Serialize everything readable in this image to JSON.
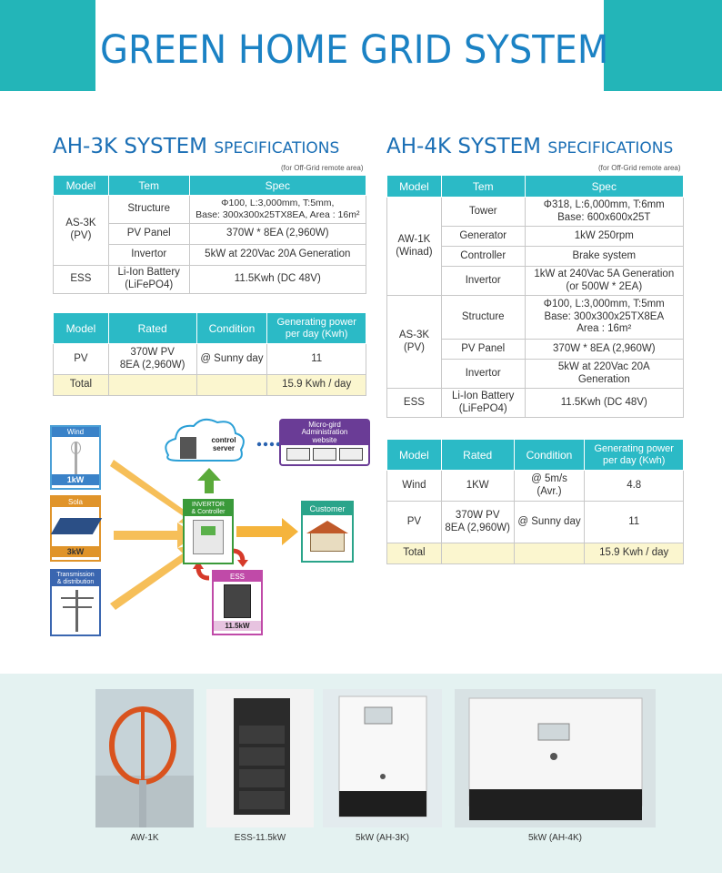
{
  "header": {
    "title": "GREEN HOME GRID SYSTEM",
    "accent_color": "#23b5b8",
    "title_color": "#1b82c4"
  },
  "ah3k": {
    "title_big": "AH-3K SYSTEM ",
    "title_small": "SPECIFICATIONS",
    "note": "(for Off-Grid remote area)",
    "spec_headers": [
      "Model",
      "Tem",
      "Spec"
    ],
    "model_pv": "AS-3K\n(PV)",
    "rows": [
      {
        "item": "Structure",
        "spec": "Φ100, L:3,000mm, T:5mm,\nBase: 300x300x25TX8EA, Area : 16m²"
      },
      {
        "item": "PV Panel",
        "spec": "370W * 8EA (2,960W)"
      },
      {
        "item": "Invertor",
        "spec": "5kW at 220Vac 20A Generation"
      }
    ],
    "ess_model": "ESS",
    "ess_item": "Li-Ion Battery\n(LiFePO4)",
    "ess_spec": "11.5Kwh (DC 48V)",
    "gen_headers": [
      "Model",
      "Rated",
      "Condition",
      "Generating power\nper day (Kwh)"
    ],
    "gen_rows": [
      {
        "model": "PV",
        "rated": "370W PV\n8EA (2,960W)",
        "condition": "@ Sunny day",
        "power": "11"
      }
    ],
    "total_label": "Total",
    "total_value": "15.9 Kwh / day"
  },
  "ah4k": {
    "title_big": "AH-4K SYSTEM ",
    "title_small": "SPECIFICATIONS",
    "note": "(for Off-Grid remote area)",
    "spec_headers": [
      "Model",
      "Tem",
      "Spec"
    ],
    "model_wind": "AW-1K\n(Winad)",
    "wind_rows": [
      {
        "item": "Tower",
        "spec": "Φ318, L:6,000mm, T:6mm\nBase: 600x600x25T"
      },
      {
        "item": "Generator",
        "spec": "1kW 250rpm"
      },
      {
        "item": "Controller",
        "spec": "Brake system"
      },
      {
        "item": "Invertor",
        "spec": "1kW at 240Vac 5A Generation\n(or 500W * 2EA)"
      }
    ],
    "model_pv": "AS-3K\n(PV)",
    "pv_rows": [
      {
        "item": "Structure",
        "spec": "Φ100, L:3,000mm, T:5mm\nBase: 300x300x25TX8EA\nArea : 16m²"
      },
      {
        "item": "PV Panel",
        "spec": "370W * 8EA (2,960W)"
      },
      {
        "item": "Invertor",
        "spec": "5kW at 220Vac 20A\nGeneration"
      }
    ],
    "ess_model": "ESS",
    "ess_item": "Li-Ion Battery\n(LiFePO4)",
    "ess_spec": "11.5Kwh (DC 48V)",
    "gen_headers": [
      "Model",
      "Rated",
      "Condition",
      "Generating power\nper day (Kwh)"
    ],
    "gen_rows": [
      {
        "model": "Wind",
        "rated": "1KW",
        "condition": "@ 5m/s\n(Avr.)",
        "power": "4.8"
      },
      {
        "model": "PV",
        "rated": "370W PV\n8EA (2,960W)",
        "condition": "@ Sunny day",
        "power": "11"
      }
    ],
    "total_label": "Total",
    "total_value": "15.9 Kwh / day"
  },
  "diagram": {
    "wind_label": "Wind",
    "wind_value": "1kW",
    "sola_label": "Sola",
    "sola_value": "3kW",
    "grid_label": "Transmission\n& distribution",
    "server_label": "control\nserver",
    "admin_label": "Micro-gird\nAdministration\nwebsite",
    "inverter_label": "INVERTOR\n& Controller",
    "customer_label": "Customer",
    "ess_label": "ESS",
    "ess_value": "11.5kW"
  },
  "photos": [
    {
      "caption": "AW-1K",
      "icon": "wind-turbine"
    },
    {
      "caption": "ESS-11.5kW",
      "icon": "battery-rack"
    },
    {
      "caption": "5kW (AH-3K)",
      "icon": "inverter"
    },
    {
      "caption": "5kW (AH-4K)",
      "icon": "inverter"
    }
  ]
}
